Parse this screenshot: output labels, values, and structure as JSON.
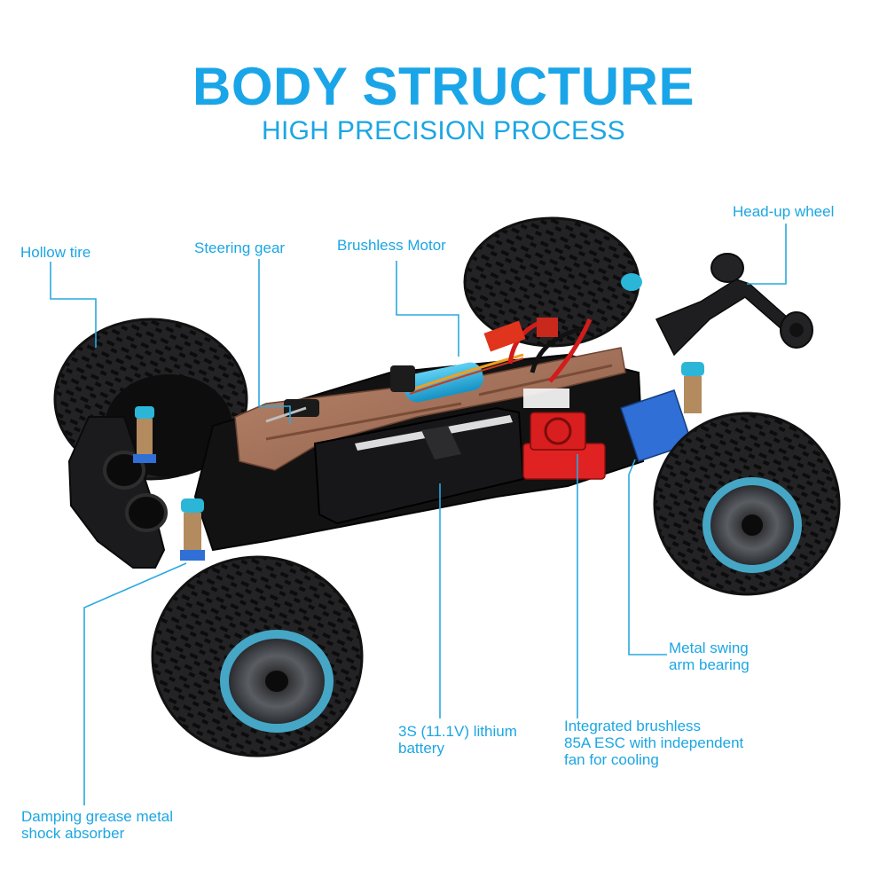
{
  "header": {
    "title": "BODY STRUCTURE",
    "subtitle": "HIGH PRECISION PROCESS"
  },
  "colors": {
    "accent": "#1aa5e8",
    "label_text": "#1ca6e3",
    "leader_line": "#2aa8e0",
    "tire": "#1c1c1e",
    "chassis": "#111111",
    "copper_plate": "#a9765f",
    "shock_blue": "#2bb6d8",
    "esc_red": "#e02222",
    "background": "#ffffff"
  },
  "product": {
    "subject": "RC monster truck chassis",
    "icon": "rc-car-chassis"
  },
  "labels": [
    {
      "id": "hollow-tire",
      "text": "Hollow tire"
    },
    {
      "id": "steering-gear",
      "text": "Steering gear"
    },
    {
      "id": "brushless-motor",
      "text": "Brushless Motor"
    },
    {
      "id": "head-up-wheel",
      "text": "Head-up wheel"
    },
    {
      "id": "metal-swing-arm-bearing",
      "text": "Metal swing\narm bearing"
    },
    {
      "id": "lithium-battery",
      "text": "3S (11.1V) lithium\nbattery"
    },
    {
      "id": "brushless-esc",
      "text": "Integrated brushless\n85A ESC with independent\nfan for cooling"
    },
    {
      "id": "shock-absorber",
      "text": "Damping grease metal\nshock absorber"
    }
  ]
}
